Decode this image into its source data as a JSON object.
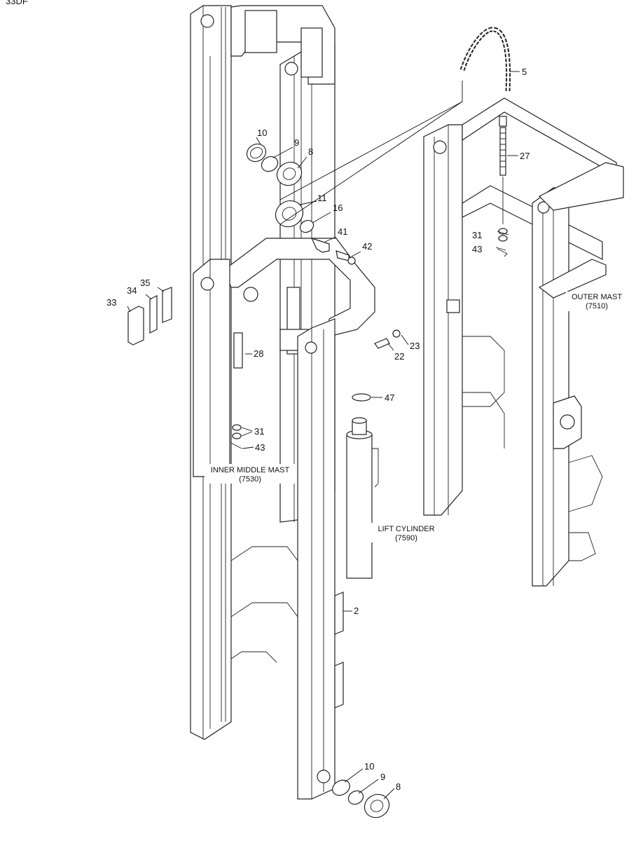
{
  "corner_text": "33DF",
  "callouts": {
    "c5": "5",
    "c27": "27",
    "c10a": "10",
    "c9a": "9",
    "c8a": "8",
    "c11": "11",
    "c16": "16",
    "c41": "41",
    "c42": "42",
    "c31a": "31",
    "c43a": "43",
    "c33": "33",
    "c34": "34",
    "c35": "35",
    "c28": "28",
    "c22": "22",
    "c23": "23",
    "c47": "47",
    "c31b": "31",
    "c43b": "43",
    "c2": "2",
    "c10b": "10",
    "c9b": "9",
    "c8b": "8"
  },
  "assemblies": {
    "outer_mast": {
      "name": "OUTER MAST",
      "code": "(7510)"
    },
    "inner_middle_mast": {
      "name": "INNER MIDDLE MAST",
      "code": "(7530)"
    },
    "lift_cylinder": {
      "name": "LIFT CYLINDER",
      "code": "(7590)"
    }
  }
}
